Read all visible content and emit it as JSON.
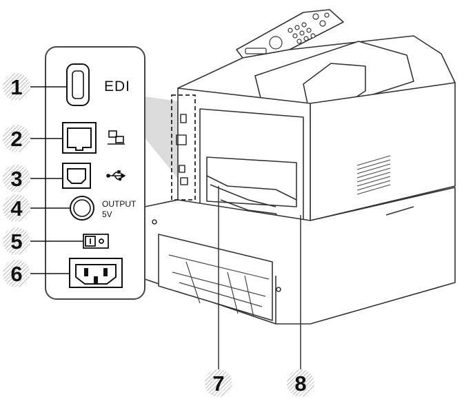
{
  "callouts": [
    "1",
    "2",
    "3",
    "4",
    "5",
    "6",
    "7",
    "8"
  ],
  "panel": {
    "edi_label": "EDI",
    "output_label": "OUTPUT",
    "output_voltage": "5V"
  },
  "icons": [
    "edi-port-icon",
    "network-icon",
    "usb-icon",
    "power-switch-icon",
    "power-socket-icon"
  ],
  "colors": {
    "panel_bg": "#ffffff",
    "panel_border": "#444444",
    "callout_hatch": "#bdbdbd",
    "zoom_wedge": "#c8c8c8"
  }
}
